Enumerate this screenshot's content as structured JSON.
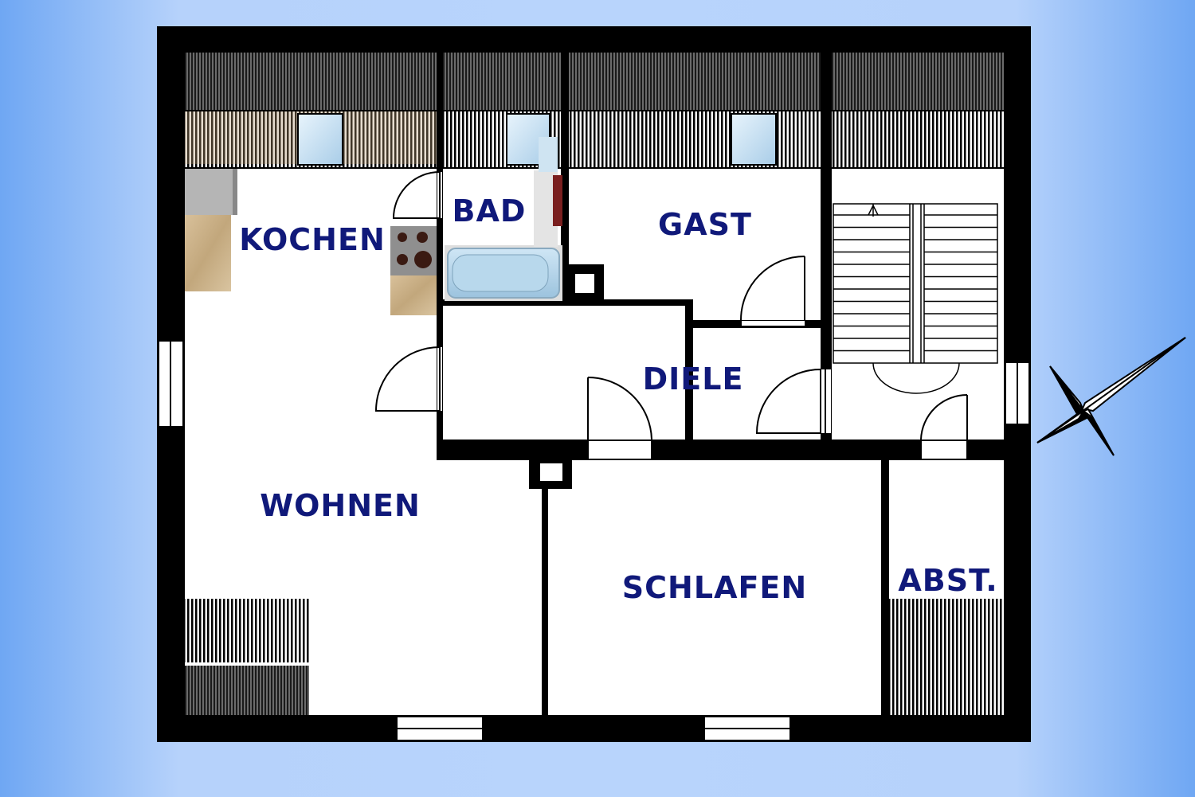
{
  "plan": {
    "colors": {
      "background_edge": "#6fa7f3",
      "background_center": "#b8d4fc",
      "wall": "#000000",
      "floor": "#ffffff",
      "label": "#10197a",
      "window_glass": "#cde4f7",
      "bathtub": "#a9cfe6",
      "countertop": "#c9b08a"
    },
    "rooms": {
      "kochen": "KOCHEN",
      "bad": "BAD",
      "gast": "GAST",
      "diele": "DIELE",
      "wohnen": "WOHNEN",
      "schlafen": "SCHLAFEN",
      "abst": "ABST."
    },
    "icons": {
      "compass": "compass-rose-icon",
      "stairs": "staircase",
      "bathtub": "bathtub",
      "stove": "stove",
      "sink": "sink"
    }
  }
}
